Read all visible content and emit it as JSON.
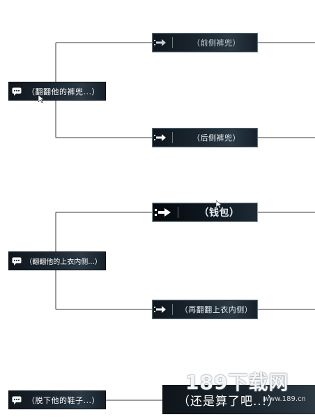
{
  "tree": {
    "branch_1": {
      "dialog": {
        "icon": "speech-bubble-icon",
        "label": "（翻翻他的裤兜...）"
      },
      "choices": [
        {
          "icon": "arrow-right-icon",
          "label": "（前侧裤兜）"
        },
        {
          "icon": "arrow-right-icon",
          "label": "（后侧裤兜）"
        }
      ]
    },
    "branch_2": {
      "dialog": {
        "icon": "speech-bubble-icon",
        "label": "（翻翻他的上衣内侧...）"
      },
      "choices": [
        {
          "icon": "arrow-right-icon",
          "label": "（钱包）"
        },
        {
          "icon": "arrow-right-icon",
          "label": "（再翻翻上衣内侧）"
        }
      ]
    },
    "branch_3": {
      "dialog": {
        "icon": "speech-bubble-icon",
        "label": "（脱下他的鞋子...）"
      },
      "result": {
        "label": "（还是算了吧..!）"
      }
    }
  },
  "watermark": {
    "main": "189下载网",
    "url": "www.189.cn"
  },
  "colors": {
    "node_dark": "#10161d",
    "node_mid": "#2a3944",
    "connector": "#3a3a3a",
    "text": "#ffffff"
  }
}
